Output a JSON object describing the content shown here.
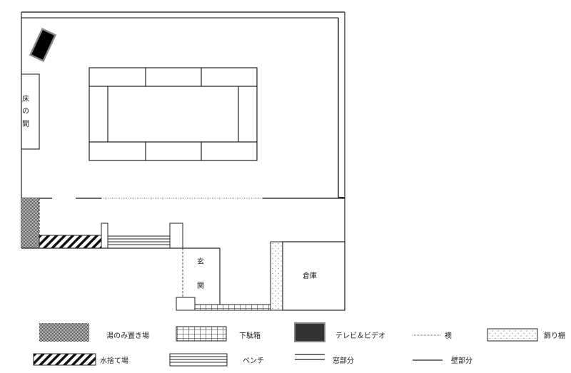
{
  "floorplan": {
    "rooms": {
      "tokonoma": {
        "label_chars": [
          "床",
          "の",
          "間"
        ]
      },
      "genkan": {
        "label_chars": [
          "玄",
          "関"
        ]
      },
      "storage": {
        "label": "倉庫"
      }
    }
  },
  "legend": {
    "items": [
      {
        "id": "yunomi",
        "label": "湯のみ置き場",
        "pattern": "gray-checker"
      },
      {
        "id": "getabako",
        "label": "下駄箱",
        "pattern": "grid"
      },
      {
        "id": "tv",
        "label": "テレビ＆ビデオ",
        "pattern": "dark-fill",
        "color": "#333333"
      },
      {
        "id": "fusuma",
        "label": "襖",
        "pattern": "dotted-line"
      },
      {
        "id": "kazaridana",
        "label": "飾り棚",
        "pattern": "dots"
      },
      {
        "id": "mizusute",
        "label": "水捨て場",
        "pattern": "diagonal-hatch"
      },
      {
        "id": "bench",
        "label": "ベンチ",
        "pattern": "horizontal-lines"
      },
      {
        "id": "window",
        "label": "窓部分",
        "pattern": "double-line"
      },
      {
        "id": "wall",
        "label": "壁部分",
        "pattern": "single-line"
      }
    ]
  }
}
